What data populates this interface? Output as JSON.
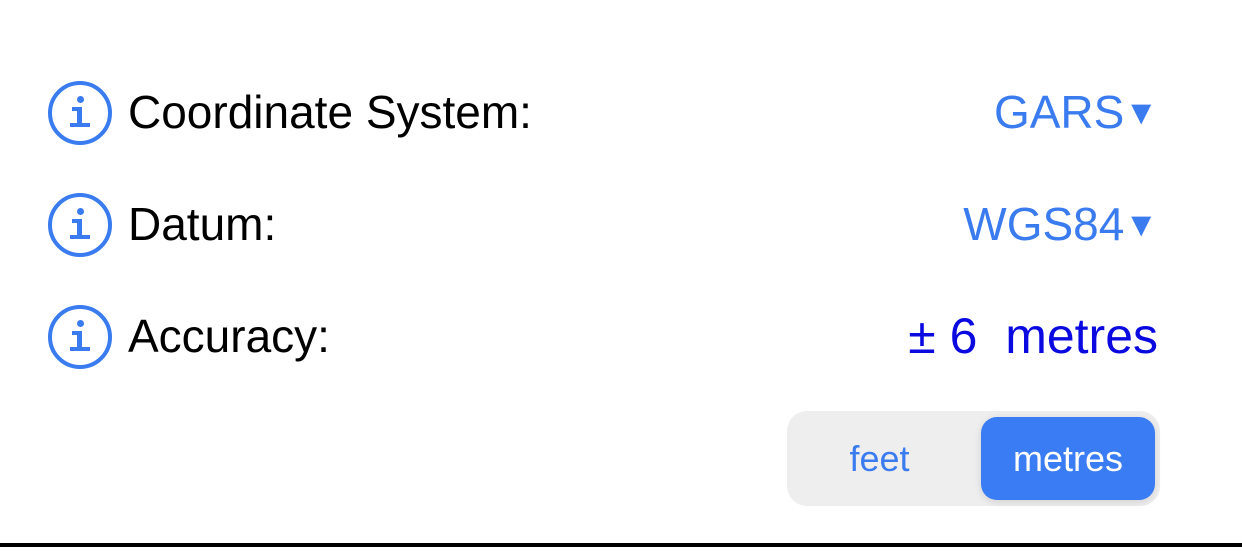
{
  "rows": [
    {
      "label": "Coordinate System:",
      "value": "GARS",
      "arrow": "▼",
      "icon": "info-icon"
    },
    {
      "label": "Datum:",
      "value": "WGS84",
      "arrow": "▼",
      "icon": "info-icon"
    },
    {
      "label": "Accuracy:",
      "value": "± 6  metres",
      "icon": "info-icon"
    }
  ],
  "units": {
    "options": [
      "feet",
      "metres"
    ],
    "selected": "metres"
  },
  "colors": {
    "accent": "#3a7cf0",
    "accuracy": "#0a0ae0",
    "segment_bg": "#eeeeef"
  }
}
